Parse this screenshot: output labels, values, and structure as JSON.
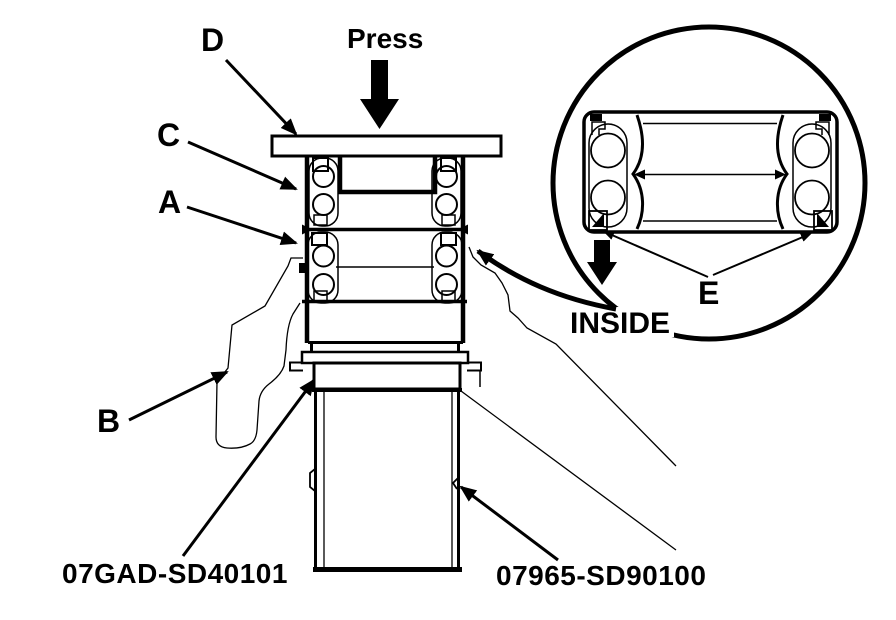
{
  "diagram": {
    "background_color": "#ffffff",
    "line_color": "#000000",
    "callouts": {
      "a": "A",
      "b": "B",
      "c": "C",
      "d": "D",
      "e": "E"
    },
    "annotations": {
      "press": "Press",
      "inside": "INSIDE"
    },
    "part_numbers": {
      "driver_attachment": "07GAD-SD40101",
      "support_base": "07965-SD90100"
    }
  }
}
